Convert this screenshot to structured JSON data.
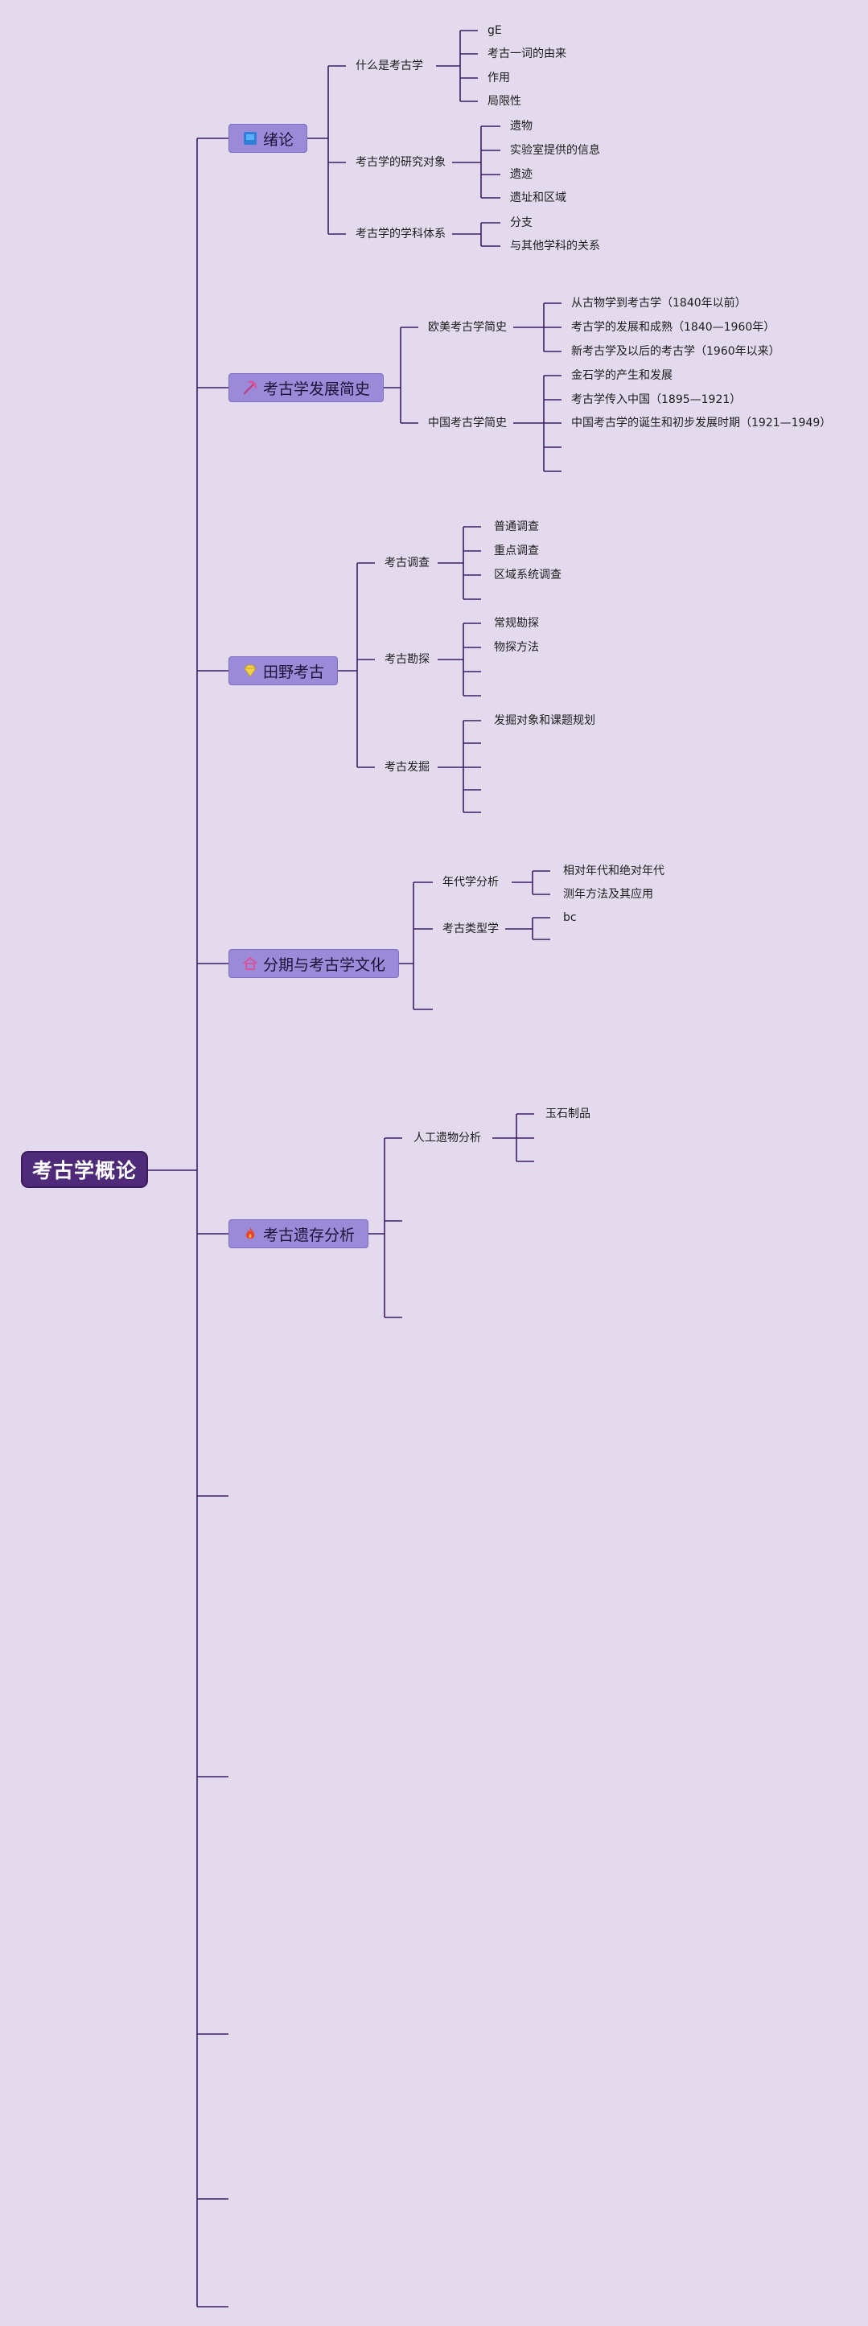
{
  "root": {
    "label": "考古学概论"
  },
  "branches": [
    {
      "label": "绪论",
      "icon": "flag-icon"
    },
    {
      "label": "考古学发展简史",
      "icon": "pickaxe-icon"
    },
    {
      "label": "田野考古",
      "icon": "gem-icon"
    },
    {
      "label": "分期与考古学文化",
      "icon": "home-icon"
    },
    {
      "label": "考古遗存分析",
      "icon": "fire-icon"
    }
  ],
  "topics": {
    "b1_t1": "什么是考古学",
    "b1_t2": "考古学的研究对象",
    "b1_t3": "考古学的学科体系",
    "b2_t1": "欧美考古学简史",
    "b2_t2": "中国考古学简史",
    "b3_t1": "考古调查",
    "b3_t2": "考古勘探",
    "b3_t3": "考古发掘",
    "b4_t1": "年代学分析",
    "b4_t2": "考古类型学",
    "b5_t1": "人工遗物分析"
  },
  "leaves": {
    "b1_t1_l1": "gE",
    "b1_t1_l2": "考古一词的由来",
    "b1_t1_l3": "作用",
    "b1_t1_l4": "局限性",
    "b1_t2_l1": "遗物",
    "b1_t2_l2": "实验室提供的信息",
    "b1_t2_l3": "遗迹",
    "b1_t2_l4": "遗址和区域",
    "b1_t3_l1": "分支",
    "b1_t3_l2": "与其他学科的关系",
    "b2_t1_l1": "从古物学到考古学（1840年以前）",
    "b2_t1_l2": "考古学的发展和成熟（1840—1960年）",
    "b2_t1_l3": "新考古学及以后的考古学（1960年以来）",
    "b2_t2_l1": "金石学的产生和发展",
    "b2_t2_l2": "考古学传入中国（1895—1921）",
    "b2_t2_l3": "中国考古学的诞生和初步发展时期（1921—1949）",
    "b3_t1_l1": "普通调查",
    "b3_t1_l2": "重点调查",
    "b3_t1_l3": "区域系统调查",
    "b3_t2_l1": "常规勘探",
    "b3_t2_l2": "物探方法",
    "b3_t3_l1": "发掘对象和课题规划",
    "b4_t1_l1": "相对年代和绝对年代",
    "b4_t1_l2": "测年方法及其应用",
    "b4_t2_l1": "bc",
    "b5_t1_l1": "玉石制品"
  },
  "colors": {
    "background": "#e4daee",
    "root_fill": "#4e2a78",
    "branch_fill": "#9b8ad8",
    "connector": "#3b1f66"
  }
}
